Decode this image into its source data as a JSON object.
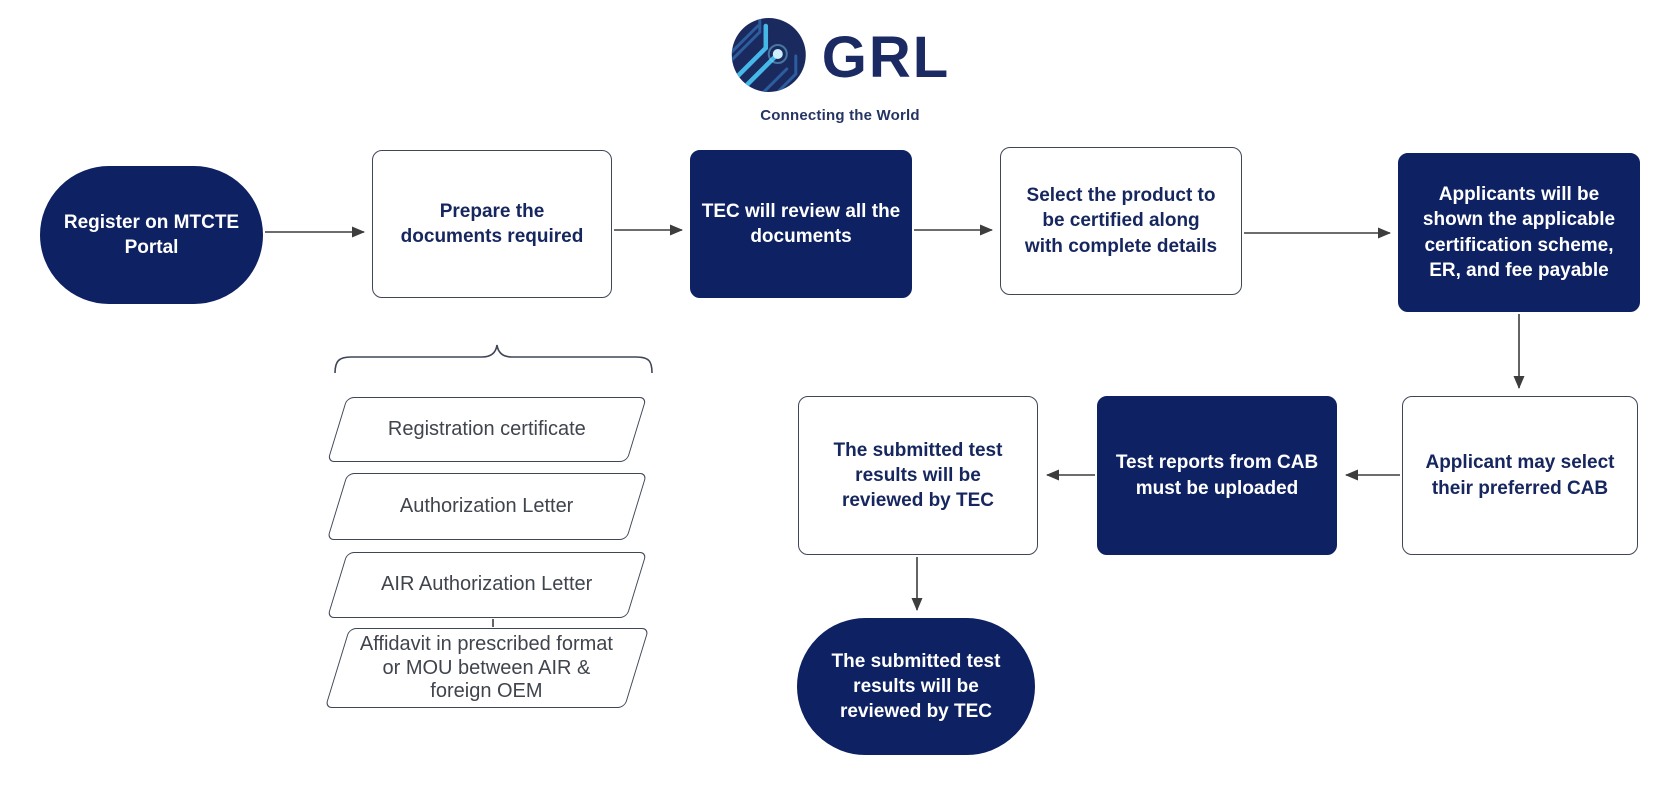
{
  "logo": {
    "brand": "GRL",
    "tagline": "Connecting the World",
    "emblem_icon": "circuit-globe-icon"
  },
  "colors": {
    "navy": "#0d2163",
    "text_navy": "#16265e",
    "outline": "#3f4756",
    "arrow": "#3d3d3d",
    "logo_accent": "#45b8e8",
    "background": "#ffffff"
  },
  "flow": {
    "nodes": [
      {
        "id": "register-portal",
        "label": "Register on MTCTE\nPortal",
        "shape": "pill",
        "variant": "navy"
      },
      {
        "id": "prepare-documents",
        "label": "Prepare the\ndocuments required",
        "shape": "rect",
        "variant": "white"
      },
      {
        "id": "tec-review-documents",
        "label": "TEC will review all the\ndocuments",
        "shape": "rect",
        "variant": "navy"
      },
      {
        "id": "select-product",
        "label": "Select the product to\nbe certified along\nwith complete details",
        "shape": "rect",
        "variant": "white"
      },
      {
        "id": "certification-scheme-fee",
        "label": "Applicants will be\nshown the applicable\ncertification scheme,\nER, and fee payable",
        "shape": "rect",
        "variant": "navy"
      },
      {
        "id": "select-cab",
        "label": "Applicant may select\ntheir preferred CAB",
        "shape": "rect",
        "variant": "white"
      },
      {
        "id": "upload-test-reports",
        "label": "Test reports from CAB\nmust be uploaded",
        "shape": "rect",
        "variant": "navy"
      },
      {
        "id": "tec-review-results",
        "label": "The submitted test\nresults will be\nreviewed by TEC",
        "shape": "rect",
        "variant": "white"
      },
      {
        "id": "tec-review-results-final",
        "label": "The submitted test\nresults will be\nreviewed by TEC",
        "shape": "pill",
        "variant": "navy"
      }
    ]
  },
  "documents": {
    "items": [
      {
        "label": "Registration certificate"
      },
      {
        "label": "Authorization Letter"
      },
      {
        "label": "AIR Authorization Letter"
      },
      {
        "label": "Affidavit in prescribed format\nor MOU between AIR &\nforeign OEM"
      }
    ]
  }
}
